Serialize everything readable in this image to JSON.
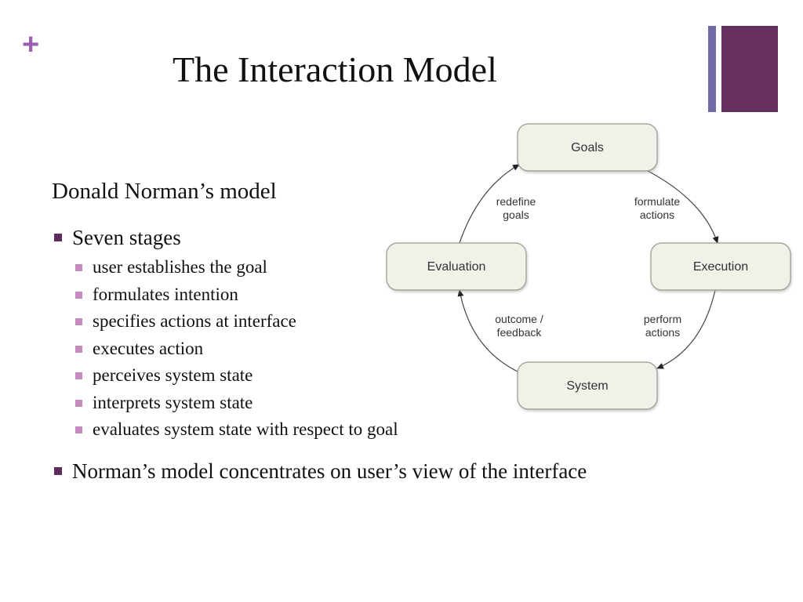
{
  "slide": {
    "plus_glyph": "+",
    "title": "The Interaction Model",
    "subtitle": "Donald Norman’s model",
    "bullets": [
      {
        "text": "Seven stages",
        "sub": [
          "user establishes the goal",
          "formulates intention",
          "specifies actions at interface",
          "executes action",
          "perceives system state",
          "interprets system state",
          "evaluates system state with respect to goal"
        ]
      },
      {
        "text": "Norman’s model concentrates on user’s view of the interface"
      }
    ],
    "colors": {
      "accent_plus": "#9a5fb0",
      "deco_thin": "#6f6aa6",
      "deco_thick": "#65305f",
      "bullet_l1": "#5c2d5a",
      "bullet_l2": "#c58bc0",
      "box_fill": "#f1f1ea"
    }
  },
  "diagram": {
    "nodes": {
      "goals": "Goals",
      "execution": "Execution",
      "system": "System",
      "evaluation": "Evaluation"
    },
    "edges": {
      "goals_to_execution": [
        "formulate",
        "actions"
      ],
      "execution_to_system": [
        "perform",
        "actions"
      ],
      "system_to_evaluation": [
        "outcome /",
        "feedback"
      ],
      "evaluation_to_goals": [
        "redefine",
        "goals"
      ]
    }
  }
}
